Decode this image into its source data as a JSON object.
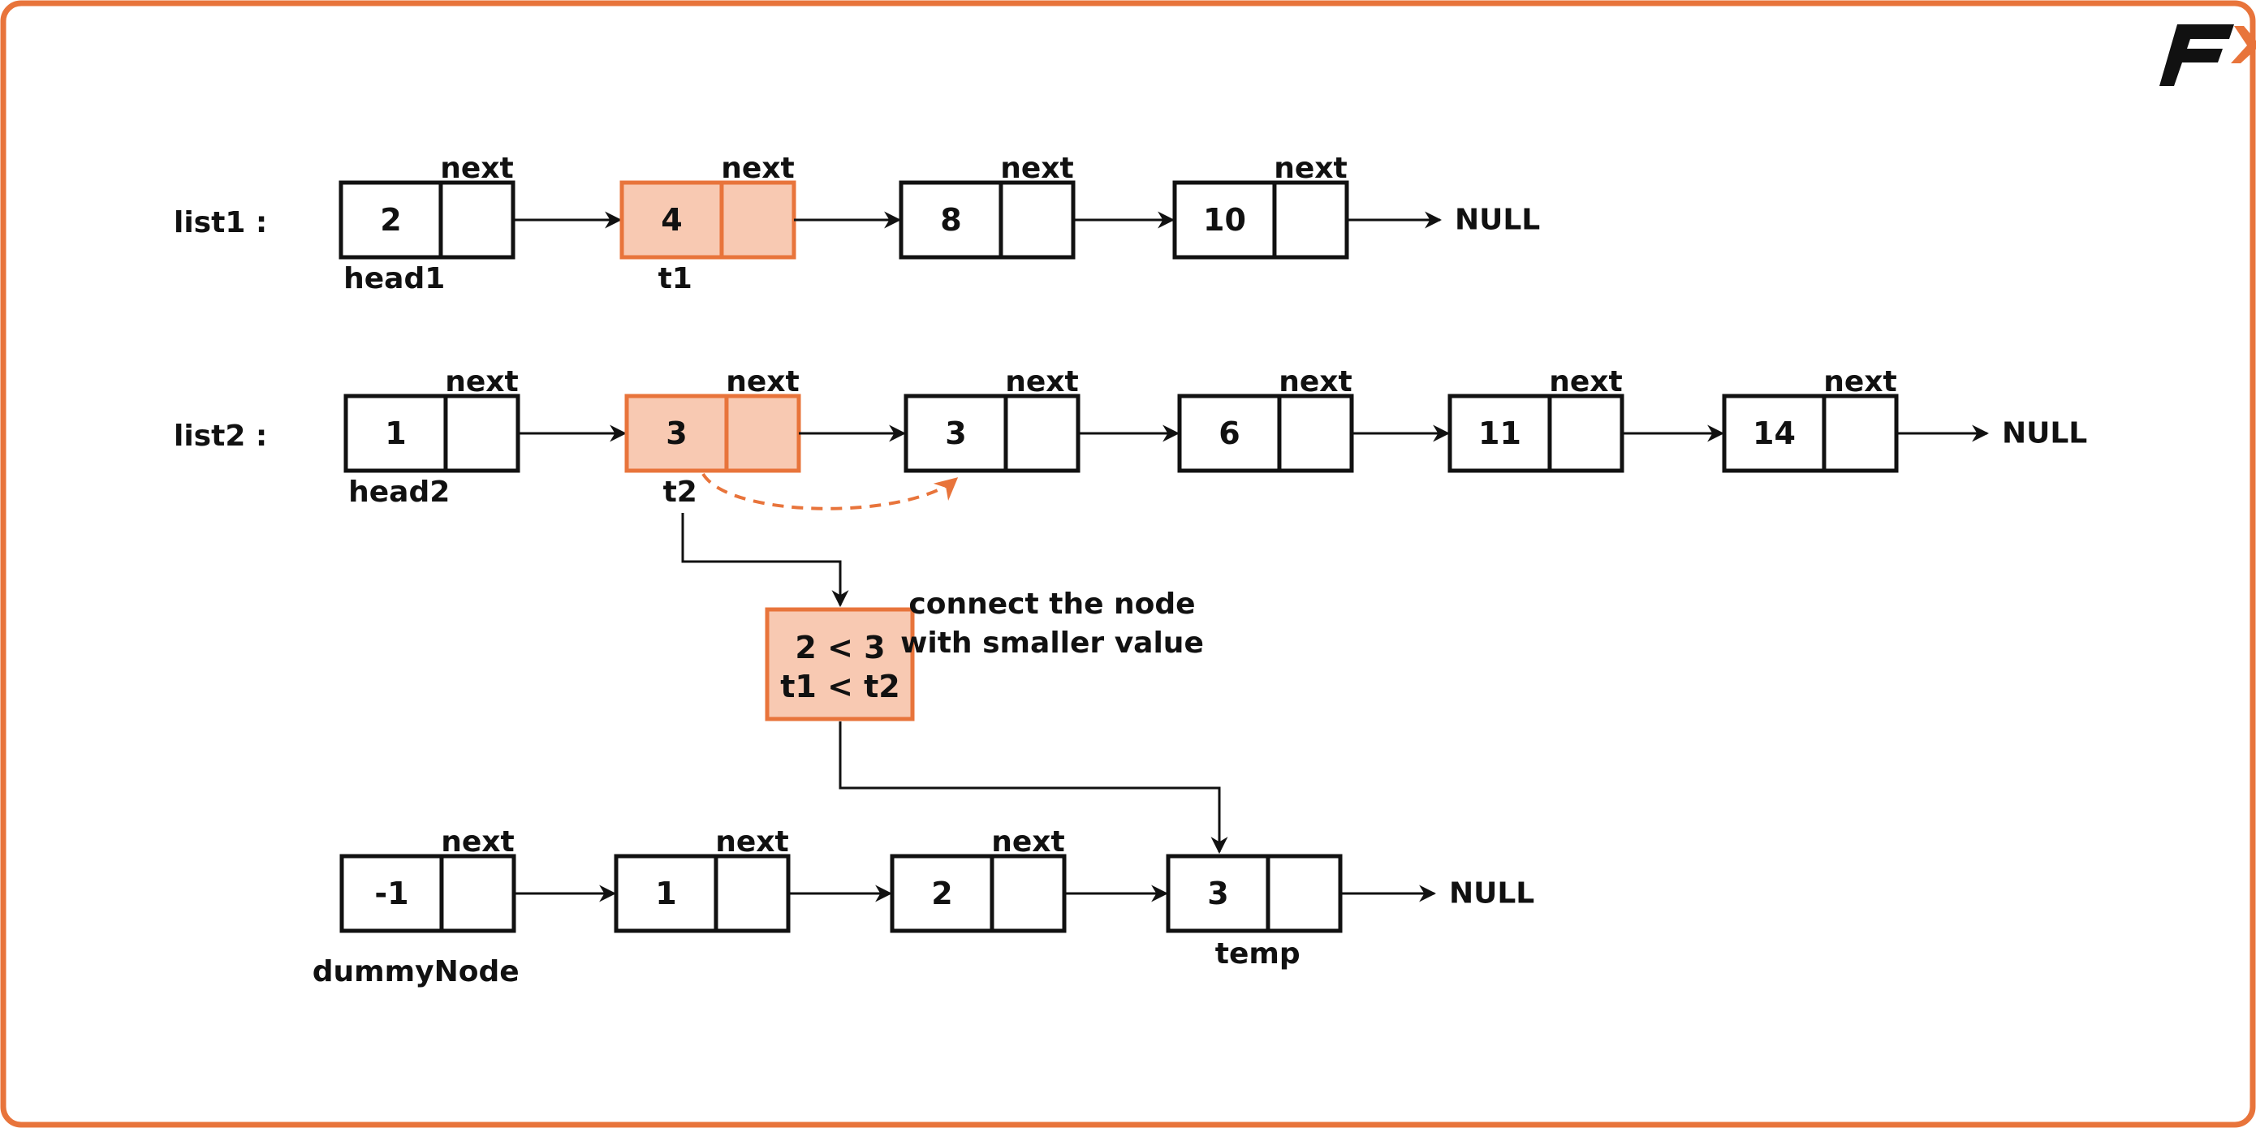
{
  "colors": {
    "accent": "#E8743B",
    "highlight_fill": "#F8C9B2",
    "ink": "#111111"
  },
  "logo": {
    "icon": "brand-f-arrow-logo"
  },
  "lists": [
    {
      "id": "list1",
      "label": "list1 :",
      "nodes": [
        {
          "value": "2",
          "next_label": "next",
          "pointer": "head1",
          "highlight": false
        },
        {
          "value": "4",
          "next_label": "next",
          "pointer": "t1",
          "highlight": true
        },
        {
          "value": "8",
          "next_label": "next",
          "pointer": "",
          "highlight": false
        },
        {
          "value": "10",
          "next_label": "next",
          "pointer": "",
          "highlight": false
        }
      ],
      "terminator": "NULL"
    },
    {
      "id": "list2",
      "label": "list2 :",
      "nodes": [
        {
          "value": "1",
          "next_label": "next",
          "pointer": "head2",
          "highlight": false
        },
        {
          "value": "3",
          "next_label": "next",
          "pointer": "t2",
          "highlight": true
        },
        {
          "value": "3",
          "next_label": "next",
          "pointer": "",
          "highlight": false
        },
        {
          "value": "6",
          "next_label": "next",
          "pointer": "",
          "highlight": false
        },
        {
          "value": "11",
          "next_label": "next",
          "pointer": "",
          "highlight": false
        },
        {
          "value": "14",
          "next_label": "next",
          "pointer": "",
          "highlight": false
        }
      ],
      "terminator": "NULL"
    },
    {
      "id": "result",
      "label": "",
      "nodes": [
        {
          "value": "-1",
          "next_label": "next",
          "pointer": "dummyNode",
          "highlight": false
        },
        {
          "value": "1",
          "next_label": "next",
          "pointer": "",
          "highlight": false
        },
        {
          "value": "2",
          "next_label": "next",
          "pointer": "",
          "highlight": false
        },
        {
          "value": "3",
          "next_label": "",
          "pointer": "temp",
          "highlight": false,
          "value_accent": true
        }
      ],
      "terminator": "NULL"
    }
  ],
  "comparison": {
    "line1": "2 < 3",
    "line2": "t1 < t2",
    "note_line1": "connect the node",
    "note_line2": "with smaller value"
  }
}
